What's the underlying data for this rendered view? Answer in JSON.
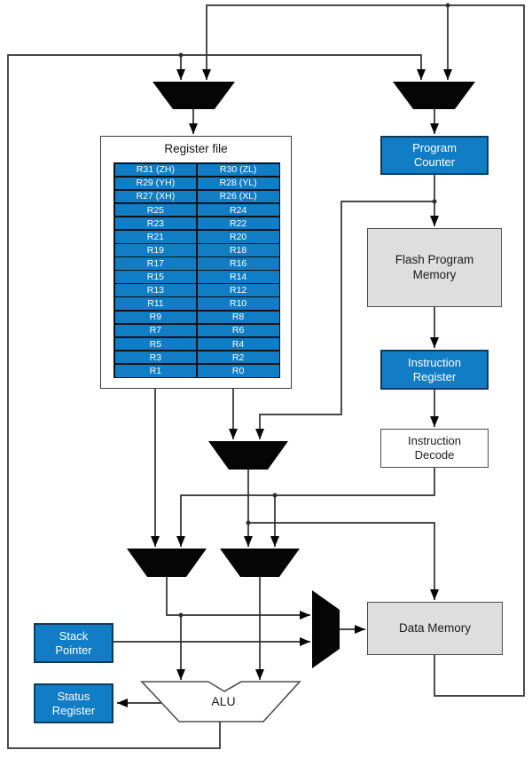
{
  "diagram": {
    "type": "block-diagram",
    "subject": "AVR CPU core architecture",
    "colors": {
      "box_blue": "#107dc5",
      "box_blue_border": "#0d3a5d",
      "box_gray": "#dedede",
      "line": "#2e2e2e",
      "mux_fill": "#050505",
      "text_light": "#ffffff",
      "text_dark": "#1a1a1a"
    }
  },
  "labels": {
    "register_file_title": "Register file",
    "program_counter": "Program\nCounter",
    "flash_program_memory": "Flash Program\nMemory",
    "instruction_register": "Instruction\nRegister",
    "instruction_decode": "Instruction\nDecode",
    "data_memory": "Data Memory",
    "stack_pointer": "Stack\nPointer",
    "status_register": "Status\nRegister",
    "alu": "ALU"
  },
  "registers": {
    "rows": [
      {
        "left": "R31 (ZH)",
        "right": "R30 (ZL)"
      },
      {
        "left": "R29 (YH)",
        "right": "R28 (YL)"
      },
      {
        "left": "R27 (XH)",
        "right": "R26 (XL)"
      },
      {
        "left": "R25",
        "right": "R24"
      },
      {
        "left": "R23",
        "right": "R22"
      },
      {
        "left": "R21",
        "right": "R20"
      },
      {
        "left": "R19",
        "right": "R18"
      },
      {
        "left": "R17",
        "right": "R16"
      },
      {
        "left": "R15",
        "right": "R14"
      },
      {
        "left": "R13",
        "right": "R12"
      },
      {
        "left": "R11",
        "right": "R10"
      },
      {
        "left": "R9",
        "right": "R8"
      },
      {
        "left": "R7",
        "right": "R6"
      },
      {
        "left": "R5",
        "right": "R4"
      },
      {
        "left": "R3",
        "right": "R2"
      },
      {
        "left": "R1",
        "right": "R0"
      }
    ]
  }
}
